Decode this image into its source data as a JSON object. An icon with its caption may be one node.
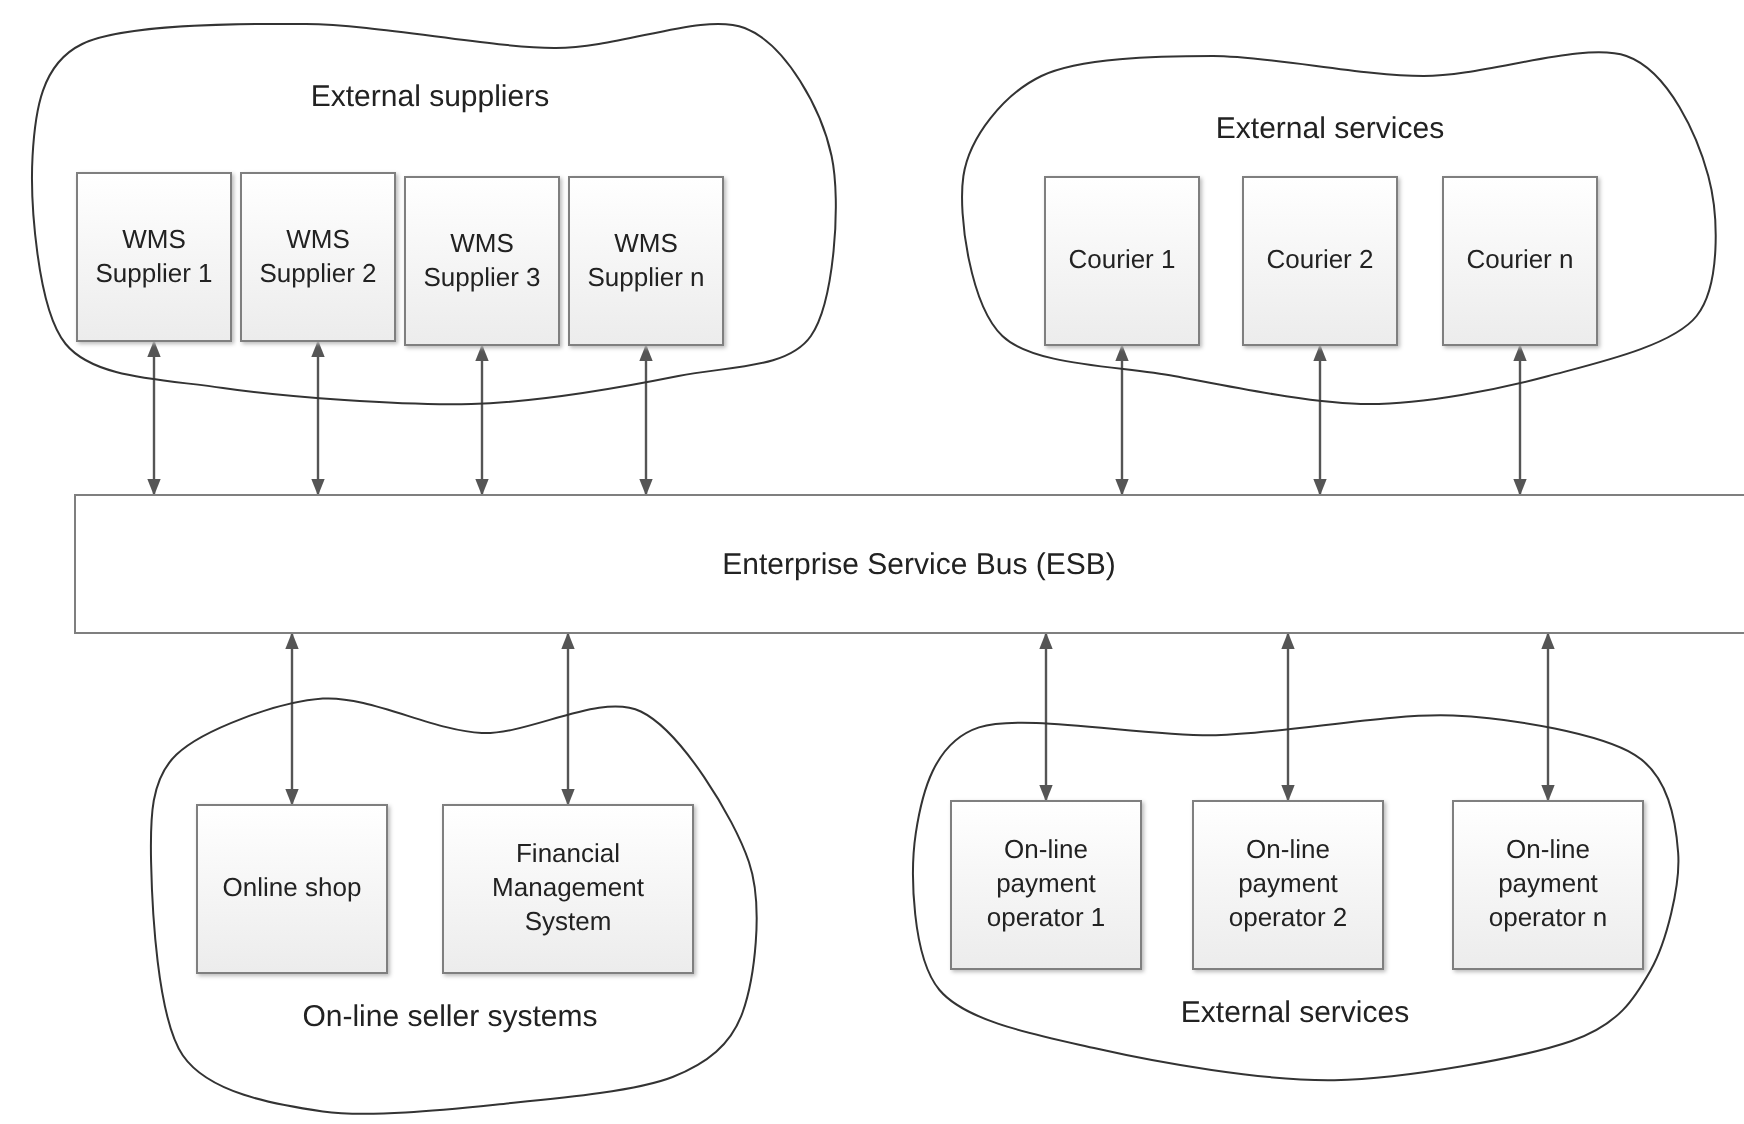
{
  "diagram": {
    "nodes": [
      {
        "text": [
          "External suppliers"
        ]
      },
      {
        "text": [
          "WMS Supplier 1"
        ],
        "in": 0
      },
      {
        "text": [
          "WMS Supplier 2"
        ],
        "in": 0
      },
      {
        "text": [
          "WMS Supplier 3"
        ],
        "in": 0
      },
      {
        "text": [
          "WMS Supplier n"
        ],
        "in": 0
      },
      {
        "text": [
          "External services"
        ]
      },
      {
        "text": [
          "Courier 1"
        ],
        "in": 5
      },
      {
        "text": [
          "Courier 2"
        ],
        "in": 5
      },
      {
        "text": [
          "Courier n"
        ],
        "in": 5
      },
      {
        "text": [
          "Enterprise Service Bus (ESB)"
        ]
      },
      {
        "text": [
          "On-line seller systems"
        ]
      },
      {
        "text": [
          "Online shop"
        ],
        "in": 10
      },
      {
        "text": [
          "Financial Management System"
        ],
        "in": 10
      },
      {
        "text": [
          "External services"
        ]
      },
      {
        "text": [
          "On-line payment operator 1"
        ],
        "in": 13
      },
      {
        "text": [
          "On-line payment operator 2"
        ],
        "in": 13
      },
      {
        "text": [
          "On-line payment operator n"
        ],
        "in": 13
      }
    ],
    "edges": [
      {
        "from": 1,
        "to": 9,
        "arrow": "both"
      },
      {
        "from": 2,
        "to": 9,
        "arrow": "both"
      },
      {
        "from": 3,
        "to": 9,
        "arrow": "both"
      },
      {
        "from": 4,
        "to": 9,
        "arrow": "both"
      },
      {
        "from": 6,
        "to": 9,
        "arrow": "both"
      },
      {
        "from": 7,
        "to": 9,
        "arrow": "both"
      },
      {
        "from": 8,
        "to": 9,
        "arrow": "both"
      },
      {
        "from": 9,
        "to": 11,
        "arrow": "both"
      },
      {
        "from": 9,
        "to": 12,
        "arrow": "both"
      },
      {
        "from": 9,
        "to": 14,
        "arrow": "both"
      },
      {
        "from": 9,
        "to": 15,
        "arrow": "both"
      },
      {
        "from": 9,
        "to": 16,
        "arrow": "both"
      }
    ]
  }
}
